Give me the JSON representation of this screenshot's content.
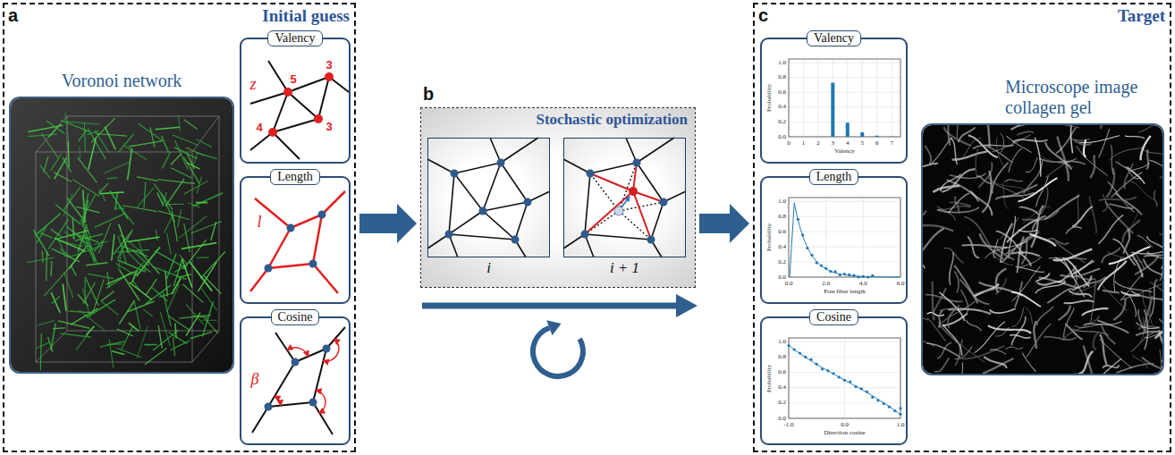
{
  "diagram": {
    "nodes": [
      {
        "text": [
          "a",
          "Initial guess"
        ]
      },
      {
        "text": [
          "Voronoi network"
        ],
        "in": 0
      },
      {
        "text": [
          "Valency"
        ],
        "in": 0
      },
      {
        "text": [
          "Length"
        ],
        "in": 0
      },
      {
        "text": [
          "Cosine"
        ],
        "in": 0
      },
      {
        "text": [
          "b",
          "Stochastic optimization"
        ]
      },
      {
        "text": [
          "i"
        ],
        "in": 5
      },
      {
        "text": [
          "i + 1"
        ],
        "in": 5
      },
      {
        "text": [
          "c",
          "Target"
        ]
      },
      {
        "text": [
          "Valency"
        ],
        "in": 8
      },
      {
        "text": [
          "Length"
        ],
        "in": 8
      },
      {
        "text": [
          "Cosine"
        ],
        "in": 8
      },
      {
        "text": [
          "Microscope image collagen gel"
        ],
        "in": 8
      }
    ],
    "edges": [
      {
        "from": 0,
        "to": 5,
        "arrow": "to"
      },
      {
        "from": 5,
        "to": 8,
        "arrow": "to"
      }
    ],
    "labels": [
      "z",
      "5",
      "3",
      "4",
      "3",
      "l",
      "β",
      "1.0",
      "0.8",
      "0.6",
      "0.4",
      "0.2",
      "0.0",
      "Probability",
      "0",
      "1",
      "2",
      "3",
      "4",
      "5",
      "6",
      "7",
      "Valency",
      "1.0",
      "0.8",
      "0.6",
      "0.4",
      "0.2",
      "0.0",
      "Probability",
      "0.0",
      "2.0",
      "4.0",
      "6.0",
      "Free fiber length",
      "1.0",
      "0.8",
      "0.6",
      "0.4",
      "0.2",
      "0.0",
      "Probability",
      "-1.0",
      "0.0",
      "1.0",
      "Direction cosine"
    ]
  }
}
